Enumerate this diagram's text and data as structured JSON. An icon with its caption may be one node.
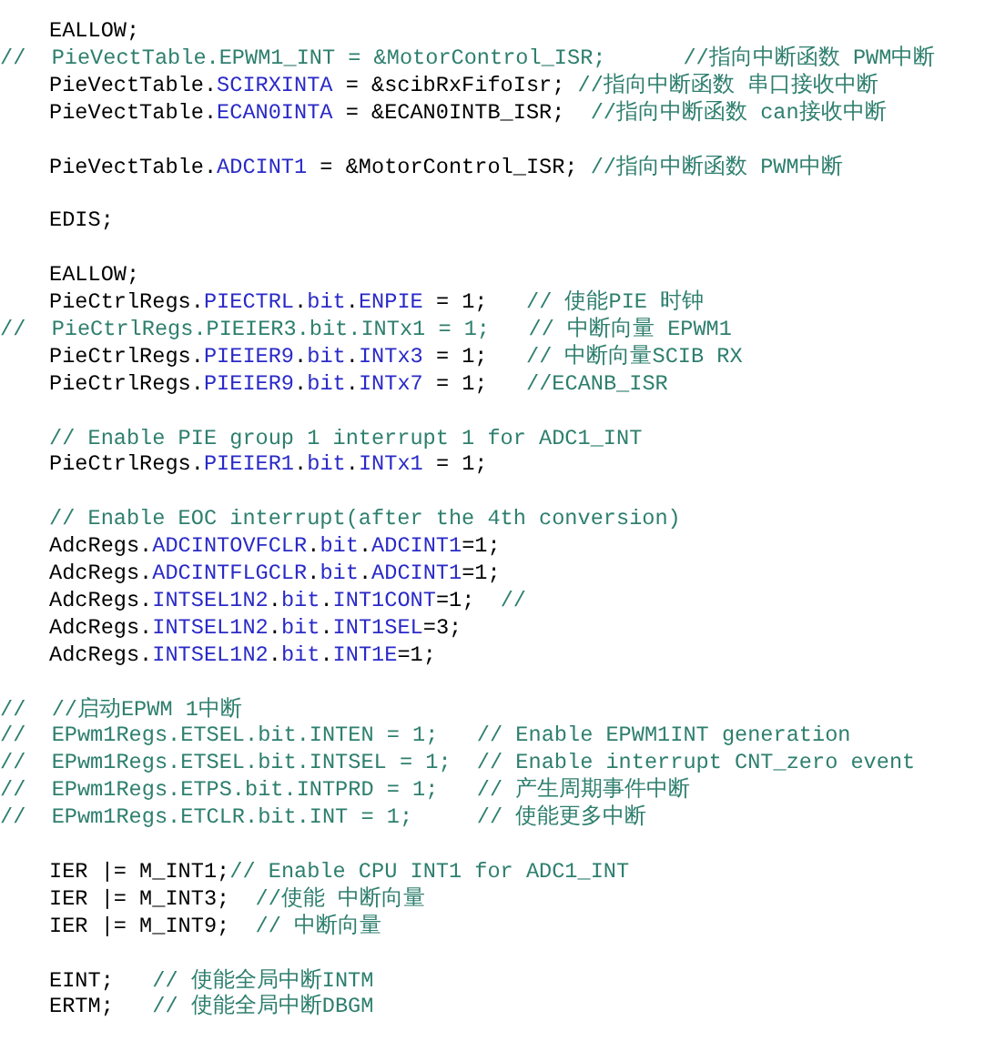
{
  "diagram": {
    "labels": [
      "EALLOW;",
      "//  PieVectTable.EPWM1_INT = &MotorControl_ISR;      //指向中断函数 PWM中断",
      "PieVectTable.SCIRXINTA = &scibRxFifoIsr; //指向中断函数 串口接收中断",
      "PieVectTable.ECAN0INTA = &ECAN0INTB_ISR;  //指向中断函数 can接收中断",
      "PieVectTable.ADCINT1 = &MotorControl_ISR; //指向中断函数 PWM中断",
      "EDIS;",
      "EALLOW;",
      "PieCtrlRegs.PIECTRL.bit.ENPIE = 1;   // 使能PIE 时钟",
      "//  PieCtrlRegs.PIEIER3.bit.INTx1 = 1;   // 中断向量 EPWM1",
      "PieCtrlRegs.PIEIER9.bit.INTx3 = 1;   // 中断向量SCIB RX",
      "PieCtrlRegs.PIEIER9.bit.INTx7 = 1;   //ECANB_ISR",
      "// Enable PIE group 1 interrupt 1 for ADC1_INT",
      "PieCtrlRegs.PIEIER1.bit.INTx1 = 1;",
      "// Enable EOC interrupt(after the 4th conversion)",
      "AdcRegs.ADCINTOVFCLR.bit.ADCINT1=1;",
      "AdcRegs.ADCINTFLGCLR.bit.ADCINT1=1;",
      "AdcRegs.INTSEL1N2.bit.INT1CONT=1;  //",
      "AdcRegs.INTSEL1N2.bit.INT1SEL=3;",
      "AdcRegs.INTSEL1N2.bit.INT1E=1;",
      "//  //启动EPWM 1中断",
      "//  EPwm1Regs.ETSEL.bit.INTEN = 1;   // Enable EPWM1INT generation",
      "//  EPwm1Regs.ETSEL.bit.INTSEL = 1;  // Enable interrupt CNT_zero event",
      "//  EPwm1Regs.ETPS.bit.INTPRD = 1;   // 产生周期事件中断",
      "//  EPwm1Regs.ETCLR.bit.INT = 1;     // 使能更多中断",
      "IER |= M_INT1;// Enable CPU INT1 for ADC1_INT",
      "IER |= M_INT3;  //使能 中断向量",
      "IER |= M_INT9;  // 中断向量",
      "EINT;   // 使能全局中断INTM",
      "ERTM;   // 使能全局中断DBGM"
    ]
  }
}
